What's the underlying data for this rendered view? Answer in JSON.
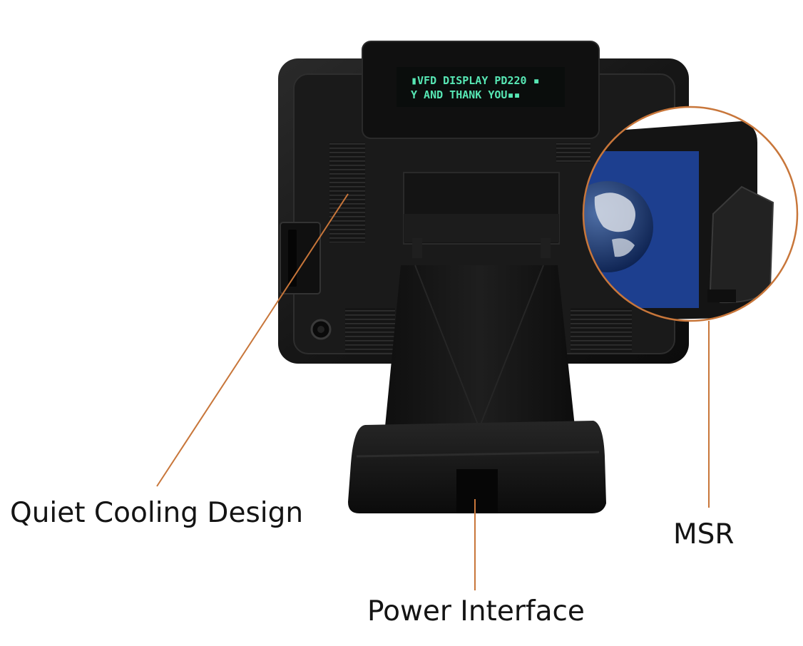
{
  "vfd": {
    "line1": "▮VFD DISPLAY PD220 ▪",
    "line2": "Y AND THANK YOU▪▪"
  },
  "callouts": {
    "cooling": "Quiet Cooling Design",
    "msr": "MSR",
    "power": "Power Interface"
  },
  "colors": {
    "leader_line": "#c8763a",
    "device_body": "#141414",
    "vfd_text": "#57e7b4",
    "screen_blue": "#1d3f8f",
    "label_text": "#141414"
  }
}
